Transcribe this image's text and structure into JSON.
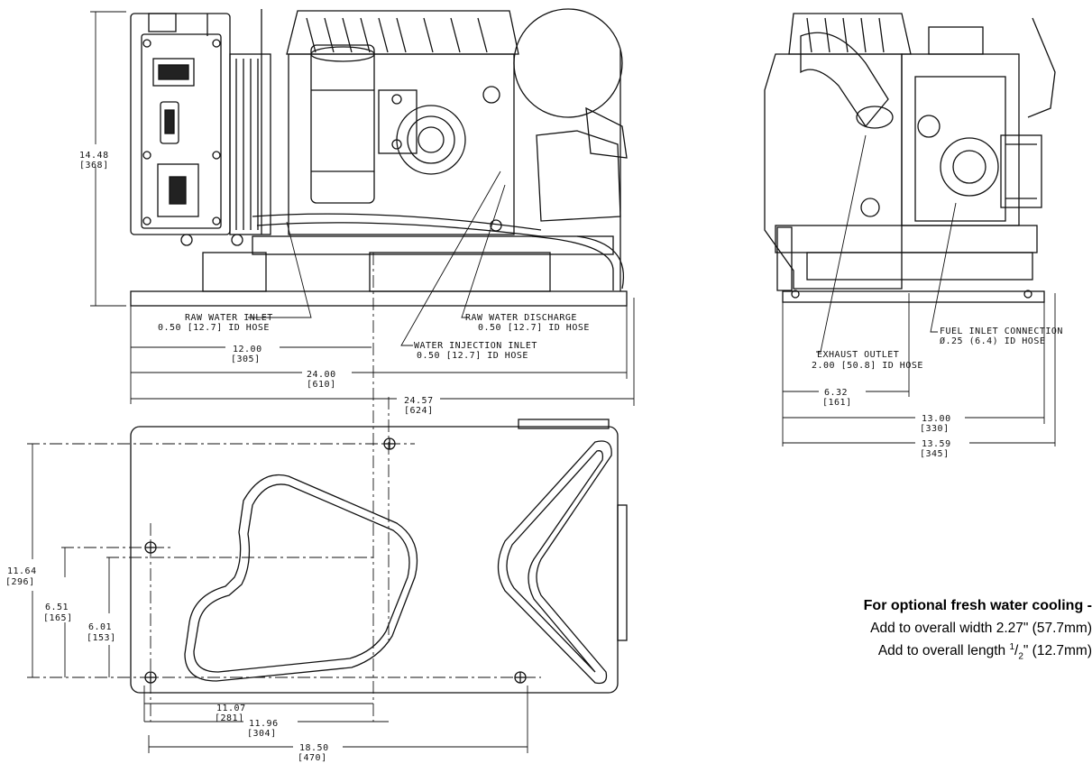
{
  "front_view": {
    "height": "14.48",
    "height_mm": "[368]",
    "raw_water_inlet": [
      "RAW WATER INLET",
      "0.50 [12.7] ID HOSE"
    ],
    "raw_water_discharge": [
      "RAW WATER DISCHARGE",
      "0.50 [12.7] ID HOSE"
    ],
    "water_injection_inlet": [
      "WATER INJECTION INLET",
      "0.50 [12.7] ID HOSE"
    ],
    "dim_12": "12.00",
    "dim_12_mm": "[305]",
    "dim_24": "24.00",
    "dim_24_mm": "[610]",
    "dim_2457": "24.57",
    "dim_2457_mm": "[624]"
  },
  "side_view": {
    "fuel_inlet": [
      "FUEL INLET CONNECTION",
      "Ø.25 (6.4) ID HOSE"
    ],
    "exhaust_outlet": [
      "EXHAUST OUTLET",
      "2.00 [50.8] ID HOSE"
    ],
    "dim_632": "6.32",
    "dim_632_mm": "[161]",
    "dim_1300": "13.00",
    "dim_1300_mm": "[330]",
    "dim_1359": "13.59",
    "dim_1359_mm": "[345]"
  },
  "top_view": {
    "dim_1164": "11.64",
    "dim_1164_mm": "[296]",
    "dim_651": "6.51",
    "dim_651_mm": "[165]",
    "dim_601": "6.01",
    "dim_601_mm": "[153]",
    "dim_1107": "11.07",
    "dim_1107_mm": "[281]",
    "dim_1196": "11.96",
    "dim_1196_mm": "[304]",
    "dim_1850": "18.50",
    "dim_1850_mm": "[470]"
  },
  "note": {
    "title": "For optional fresh water cooling -",
    "line1": "Add to overall width 2.27\" (57.7mm)",
    "line2_prefix": "Add to overall length ",
    "line2_num": "1",
    "line2_den": "2",
    "line2_suffix": "\" (12.7mm)"
  }
}
